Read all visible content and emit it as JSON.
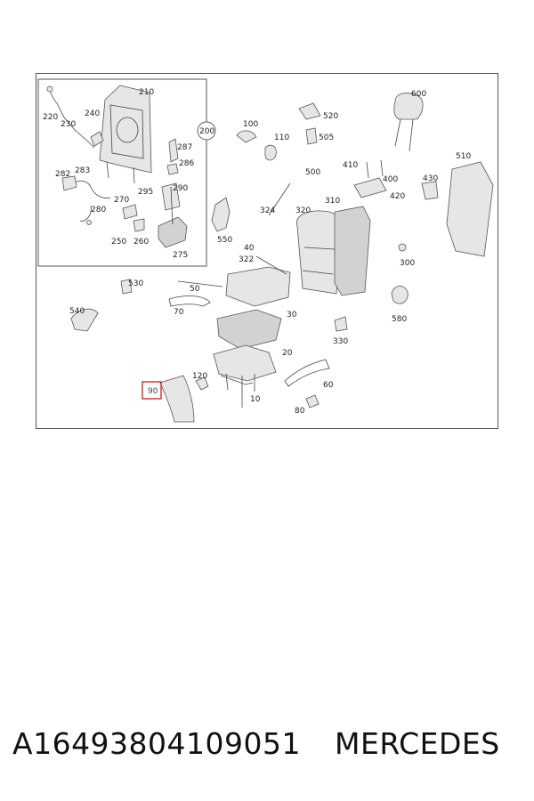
{
  "parts": {
    "p210": "210",
    "p220": "220",
    "p240": "240",
    "p230": "230",
    "p287": "287",
    "p286": "286",
    "p282": "282",
    "p283": "283",
    "p290": "290",
    "p295": "295",
    "p270": "270",
    "p280": "280",
    "p250": "250",
    "p260": "260",
    "p275": "275",
    "p200": "200",
    "p100": "100",
    "p110": "110",
    "p520": "520",
    "p505": "505",
    "p500": "500",
    "p600": "600",
    "p410": "410",
    "p400": "400",
    "p510": "510",
    "p430": "430",
    "p420": "420",
    "p310": "310",
    "p324": "324",
    "p320": "320",
    "p550": "550",
    "p40": "40",
    "p322": "322",
    "p300": "300",
    "p530": "530",
    "p50": "50",
    "p540": "540",
    "p70": "70",
    "p30": "30",
    "p580": "580",
    "p330": "330",
    "p20": "20",
    "p120": "120",
    "p90": "90",
    "p10": "10",
    "p60": "60",
    "p80": "80"
  },
  "highlight": {
    "color": "#d9262b"
  },
  "footer": {
    "part_number": "A16493804109051",
    "brand": "MERCEDES"
  }
}
